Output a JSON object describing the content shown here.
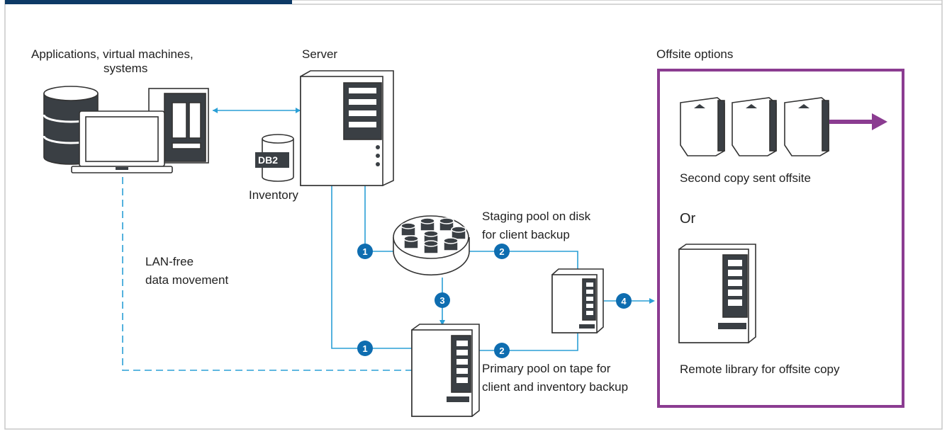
{
  "labels": {
    "applications_line1": "Applications, virtual machines,",
    "applications_line2": "systems",
    "server": "Server",
    "db2": "DB2",
    "inventory": "Inventory",
    "lan_free_line1": "LAN-free",
    "lan_free_line2": "data movement",
    "staging_line1": "Staging pool on disk",
    "staging_line2": "for client backup",
    "primary_line1": "Primary pool on tape for",
    "primary_line2": "client and inventory backup",
    "offsite_options": "Offsite options",
    "second_copy": "Second copy sent offsite",
    "or": "Or",
    "remote_library": "Remote library for offsite copy"
  },
  "badges": {
    "b1_top": "1",
    "b1_bottom": "1",
    "b2_top": "2",
    "b2_bottom": "2",
    "b3": "3",
    "b4": "4"
  },
  "colors": {
    "tab_blue": "#0d3a66",
    "connector_blue": "#2a9fd6",
    "badge_blue": "#0e6db0",
    "offsite_border": "#8b3c91",
    "arrow_purple": "#8b3c91",
    "frame_gray": "#c8c8c8",
    "device_stroke": "#333333",
    "device_dark": "#3a3f44"
  }
}
